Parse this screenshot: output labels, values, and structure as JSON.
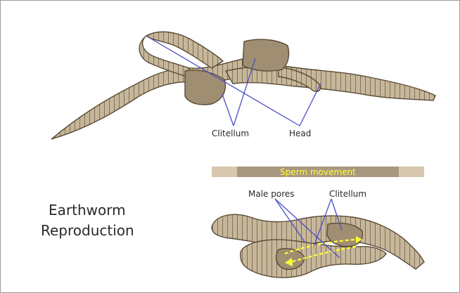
{
  "diagram": {
    "title_line1": "Earthworm",
    "title_line2": "Reproduction",
    "top_labels": {
      "clitellum": "Clitellum",
      "head": "Head"
    },
    "bottom": {
      "banner": "Sperm movement",
      "male_pores": "Male pores",
      "clitellum": "Clitellum"
    }
  },
  "colors": {
    "worm_body": "#c7b79a",
    "worm_dark": "#5a4b36",
    "clitellum": "#a08e72",
    "pointer_lines": "#4b4ec8",
    "banner_light": "#d7c8ad",
    "banner_dark": "#a89880",
    "arrows": "#ffff33"
  }
}
